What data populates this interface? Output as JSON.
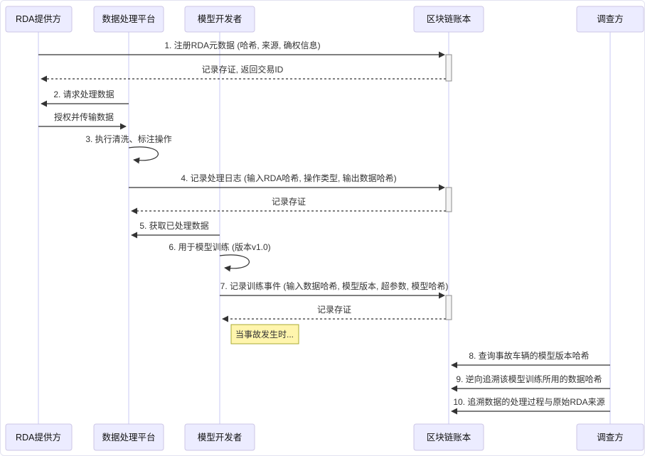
{
  "diagram": {
    "type": "sequence-diagram",
    "participants": [
      {
        "id": "rda-provider",
        "label": "RDA提供方"
      },
      {
        "id": "data-platform",
        "label": "数据处理平台"
      },
      {
        "id": "model-developer",
        "label": "模型开发者"
      },
      {
        "id": "blockchain-ledger",
        "label": "区块链账本"
      },
      {
        "id": "investigator",
        "label": "调查方"
      }
    ],
    "messages": [
      {
        "label": "1. 注册RDA元数据 (哈希, 来源, 确权信息)",
        "from": "RDA提供方",
        "to": "区块链账本",
        "style": "solid"
      },
      {
        "label": "记录存证, 返回交易ID",
        "from": "区块链账本",
        "to": "RDA提供方",
        "style": "dashed"
      },
      {
        "label": "2. 请求处理数据",
        "from": "数据处理平台",
        "to": "RDA提供方",
        "style": "solid"
      },
      {
        "label": "授权并传输数据",
        "from": "RDA提供方",
        "to": "数据处理平台",
        "style": "solid"
      },
      {
        "label": "3. 执行清洗、标注操作",
        "from": "数据处理平台",
        "to": "数据处理平台",
        "style": "self"
      },
      {
        "label": "4. 记录处理日志 (输入RDA哈希, 操作类型, 输出数据哈希)",
        "from": "数据处理平台",
        "to": "区块链账本",
        "style": "solid"
      },
      {
        "label": "记录存证",
        "from": "区块链账本",
        "to": "数据处理平台",
        "style": "dashed"
      },
      {
        "label": "5. 获取已处理数据",
        "from": "模型开发者",
        "to": "数据处理平台",
        "style": "solid"
      },
      {
        "label": "6. 用于模型训练 (版本v1.0)",
        "from": "模型开发者",
        "to": "模型开发者",
        "style": "self"
      },
      {
        "label": "7. 记录训练事件 (输入数据哈希, 模型版本, 超参数, 模型哈希)",
        "from": "模型开发者",
        "to": "区块链账本",
        "style": "solid"
      },
      {
        "label": "记录存证",
        "from": "区块链账本",
        "to": "模型开发者",
        "style": "dashed"
      },
      {
        "label": "8. 查询事故车辆的模型版本哈希",
        "from": "调查方",
        "to": "区块链账本",
        "style": "solid"
      },
      {
        "label": "9. 逆向追溯该模型训练所用的数据哈希",
        "from": "调查方",
        "to": "区块链账本",
        "style": "solid"
      },
      {
        "label": "10. 追溯数据的处理过程与原始RDA来源",
        "from": "调查方",
        "to": "区块链账本",
        "style": "solid"
      }
    ],
    "note": {
      "text": "当事故发生时...",
      "position": "right of 模型开发者"
    },
    "colors": {
      "actor_fill": "#ECECFF",
      "actor_border": "#cdc6e6",
      "lifeline": "#c9c9f4",
      "arrow": "#333333",
      "activation_fill": "#f4f4f4",
      "activation_border": "#8c8c8c",
      "note_fill": "#FFF5AD",
      "note_border": "#AAAA33"
    }
  }
}
